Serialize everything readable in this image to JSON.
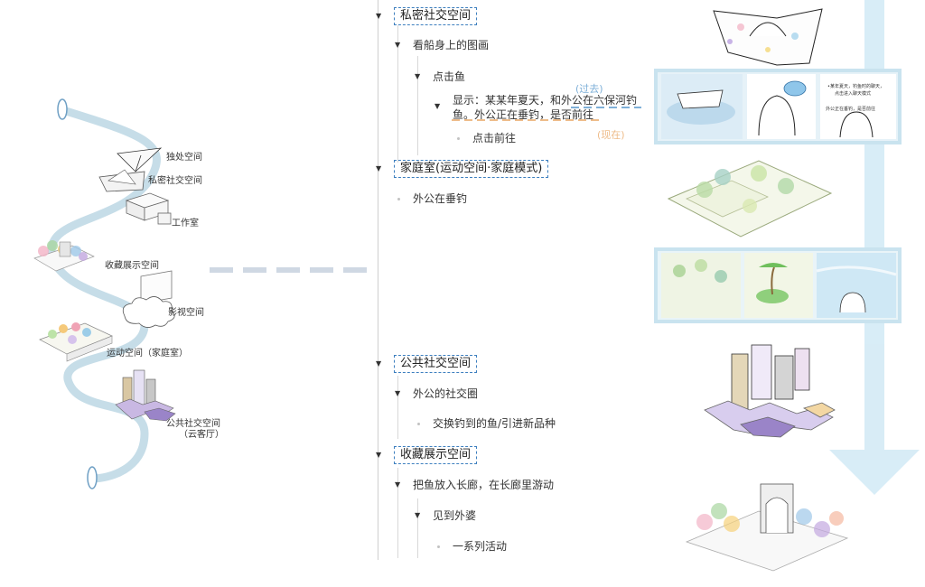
{
  "timeline": {
    "labels": [
      "独处空间",
      "私密社交空间",
      "工作室",
      "收藏展示空间",
      "影视空间",
      "运动空间（家庭室）",
      "公共社交空间",
      "（云客厅）"
    ]
  },
  "tree": {
    "private_social": {
      "title": "私密社交空间",
      "look_painting": "看船身上的图画",
      "click_fish": "点击鱼",
      "show_line1": "显示：某某年夏天，和外公在六保河钓",
      "show_line2": "鱼。外公正在垂钓，是否前往",
      "past": "(过去)",
      "now": "(现在)",
      "go": "点击前往"
    },
    "family_room": {
      "title": "家庭室(运动空间·家庭模式)",
      "grandpa_fishing": "外公在垂钓"
    },
    "public_social": {
      "title": "公共社交空间",
      "social_circle": "外公的社交圈",
      "exchange_fish": "交换钓到的鱼/引进新品种"
    },
    "collection": {
      "title": "收藏展示空间",
      "put_fish": "把鱼放入长廊，在长廊里游动",
      "meet_grandma": "见到外婆",
      "activities": "一系列活动"
    }
  },
  "panel_text": {
    "line1": "•某年夏天，钓鱼时的聊天，",
    "line2": "点击进入聊天模式",
    "line3": "外公正在垂钓，是否前往"
  },
  "colors": {
    "accent": "#3d7fbf",
    "curve": "#c6dde8",
    "arrow": "#d4ebf6",
    "past": "#7fb0d8",
    "now": "#eebc8a",
    "panel_border": "#c9e3ef"
  }
}
